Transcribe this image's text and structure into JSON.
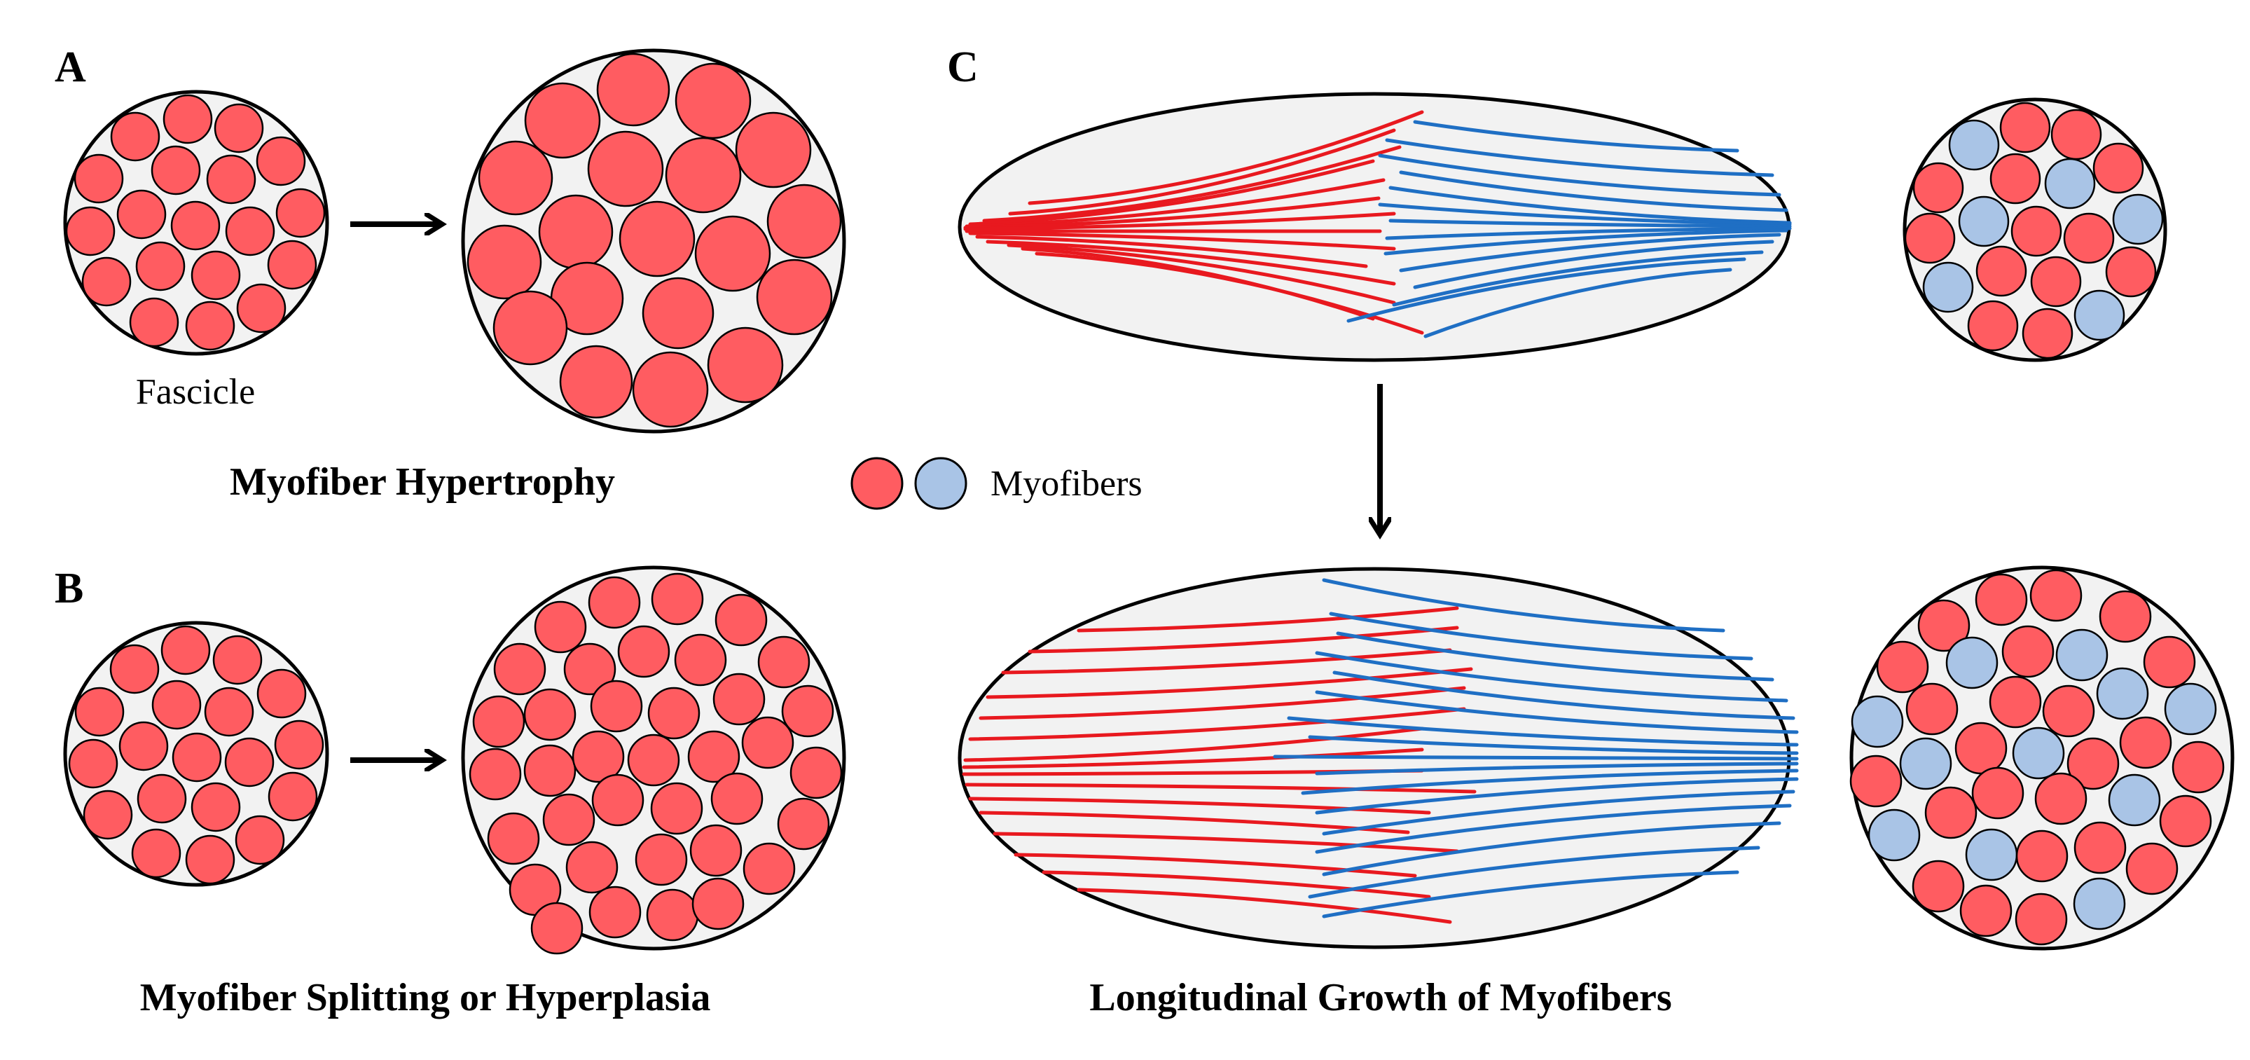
{
  "panels": {
    "a": {
      "letter": "A",
      "fascicle_label": "Fascicle",
      "caption": "Myofiber Hypertrophy"
    },
    "b": {
      "letter": "B",
      "caption": "Myofiber Splitting or Hyperplasia"
    },
    "c": {
      "letter": "C",
      "caption": "Longitudinal Growth of Myofibers"
    }
  },
  "legend": {
    "label": "Myofibers",
    "swatches": [
      "red-fiber",
      "blue-fiber"
    ]
  },
  "colors": {
    "red_fiber": "#ff5c61",
    "blue_fiber": "#a9c4e6",
    "red_line": "#e8191f",
    "blue_line": "#1f6fc4",
    "fascicle_fill": "#f2f2f2",
    "outline": "#000000"
  },
  "icons": {
    "transition": "right-arrow-icon",
    "growth": "down-arrow-icon"
  }
}
